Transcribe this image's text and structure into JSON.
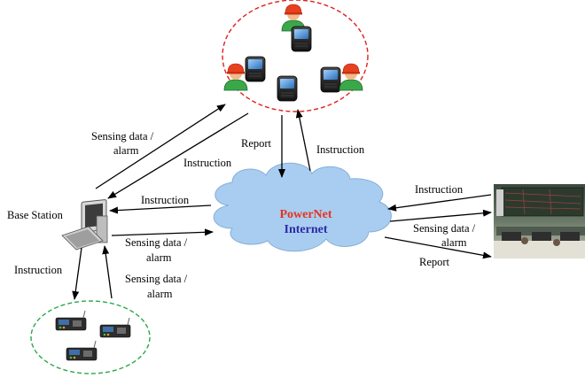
{
  "labels": {
    "base_station": "Base Station",
    "sensing_alarm_top_line1": "Sensing  data /",
    "sensing_alarm_top_line2": "alarm",
    "instruction_top": "Instruction",
    "report_top": "Report",
    "instruction_top_right": "Instruction",
    "instruction_mid": "Instruction",
    "sensing_alarm_mid_line1": "Sensing data /",
    "sensing_alarm_mid_line2": "alarm",
    "instruction_left": "Instruction",
    "sensing_alarm_bottom_line1": "Sensing  data /",
    "sensing_alarm_bottom_line2": "alarm",
    "instruction_right": "Instruction",
    "sensing_alarm_right_line1": "Sensing  data /",
    "sensing_alarm_right_line2": "alarm",
    "report_right": "Report"
  },
  "cloud": {
    "line1": "PowerNet",
    "line2": "Internet",
    "line1_color": "#e8321e",
    "line2_color": "#2a2aa8",
    "fill_color": "#a9cdf0"
  },
  "colors": {
    "workers_circle": "#e02020",
    "sensors_circle": "#2aa84a",
    "arrow": "#000000"
  },
  "icons": {
    "workers": [
      "worker-icon",
      "smartphone-icon"
    ],
    "base_station": "computer-icon",
    "sensors": "sensor-board-icon",
    "control_room": "control-room-photo"
  }
}
